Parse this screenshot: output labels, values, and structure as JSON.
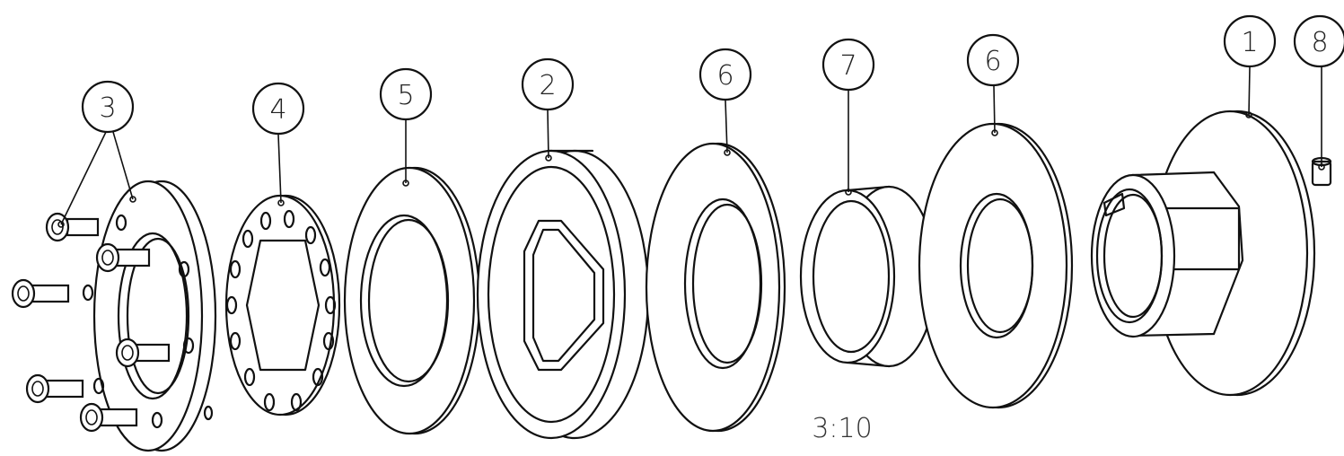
{
  "balloons": [
    {
      "id": "b3",
      "label": "3"
    },
    {
      "id": "b4",
      "label": "4"
    },
    {
      "id": "b5",
      "label": "5"
    },
    {
      "id": "b2",
      "label": "2"
    },
    {
      "id": "b6a",
      "label": "6"
    },
    {
      "id": "b7",
      "label": "7"
    },
    {
      "id": "b6b",
      "label": "6"
    },
    {
      "id": "b1",
      "label": "1"
    },
    {
      "id": "b8",
      "label": "8"
    }
  ],
  "scale_label": "3:10"
}
